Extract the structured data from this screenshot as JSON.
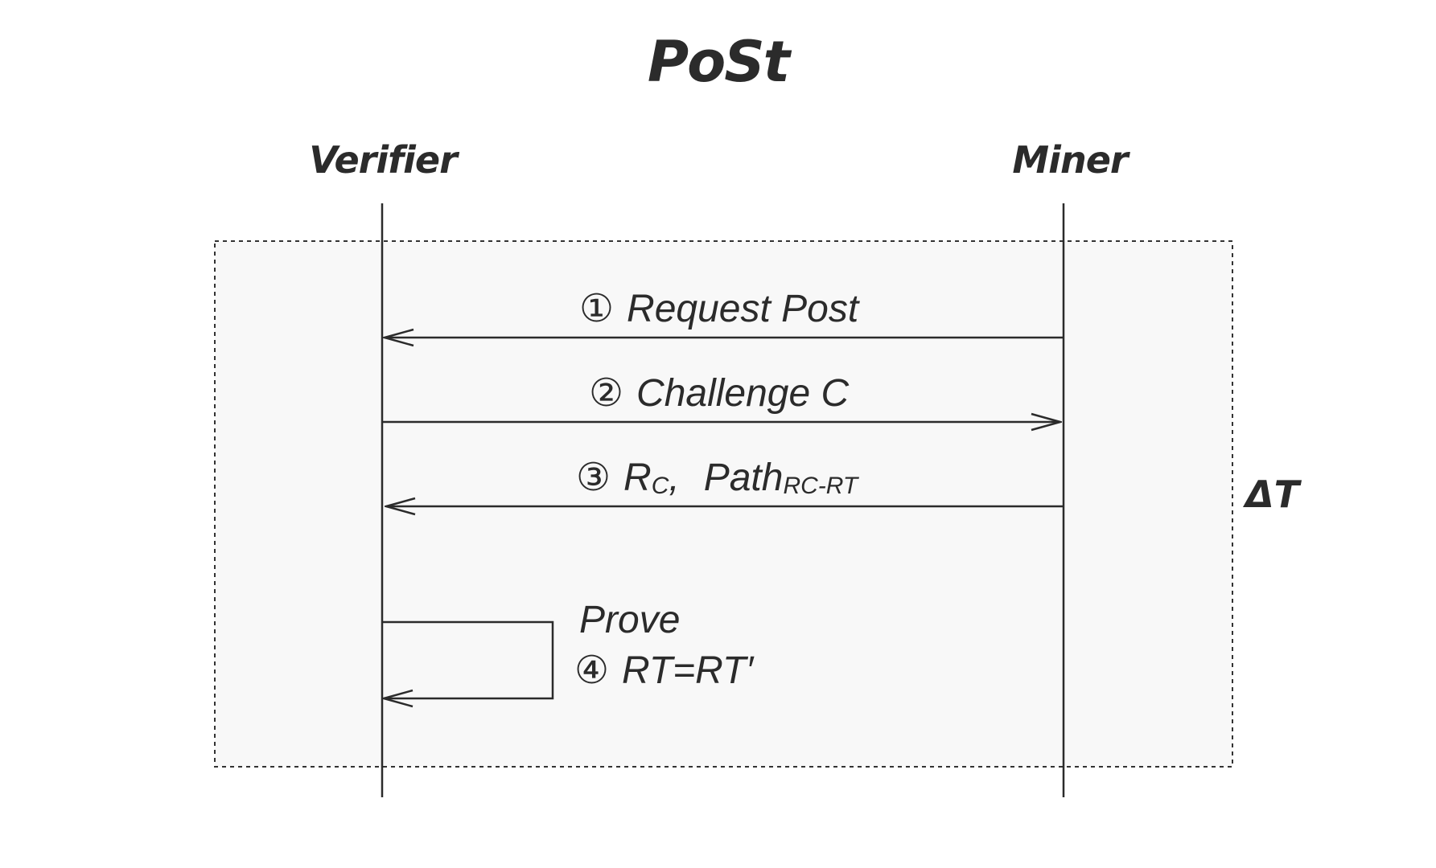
{
  "title": "PoSt",
  "actors": {
    "verifier": "Verifier",
    "miner": "Miner"
  },
  "interval_label": "ΔT",
  "messages": [
    {
      "num": "①",
      "text": "Request Post",
      "direction": "miner-to-verifier"
    },
    {
      "num": "②",
      "text": "Challenge C",
      "direction": "verifier-to-miner"
    },
    {
      "num": "③",
      "parts": [
        "R",
        "C",
        ",",
        "Path",
        "RC-RT"
      ],
      "direction": "miner-to-verifier"
    },
    {
      "num": "④",
      "label": "Prove",
      "text": "RT=RT′",
      "direction": "verifier-self"
    }
  ],
  "colors": {
    "line": "#2b2b2b",
    "frame_fill": "#f8f8f8",
    "frame_border": "#333333"
  }
}
